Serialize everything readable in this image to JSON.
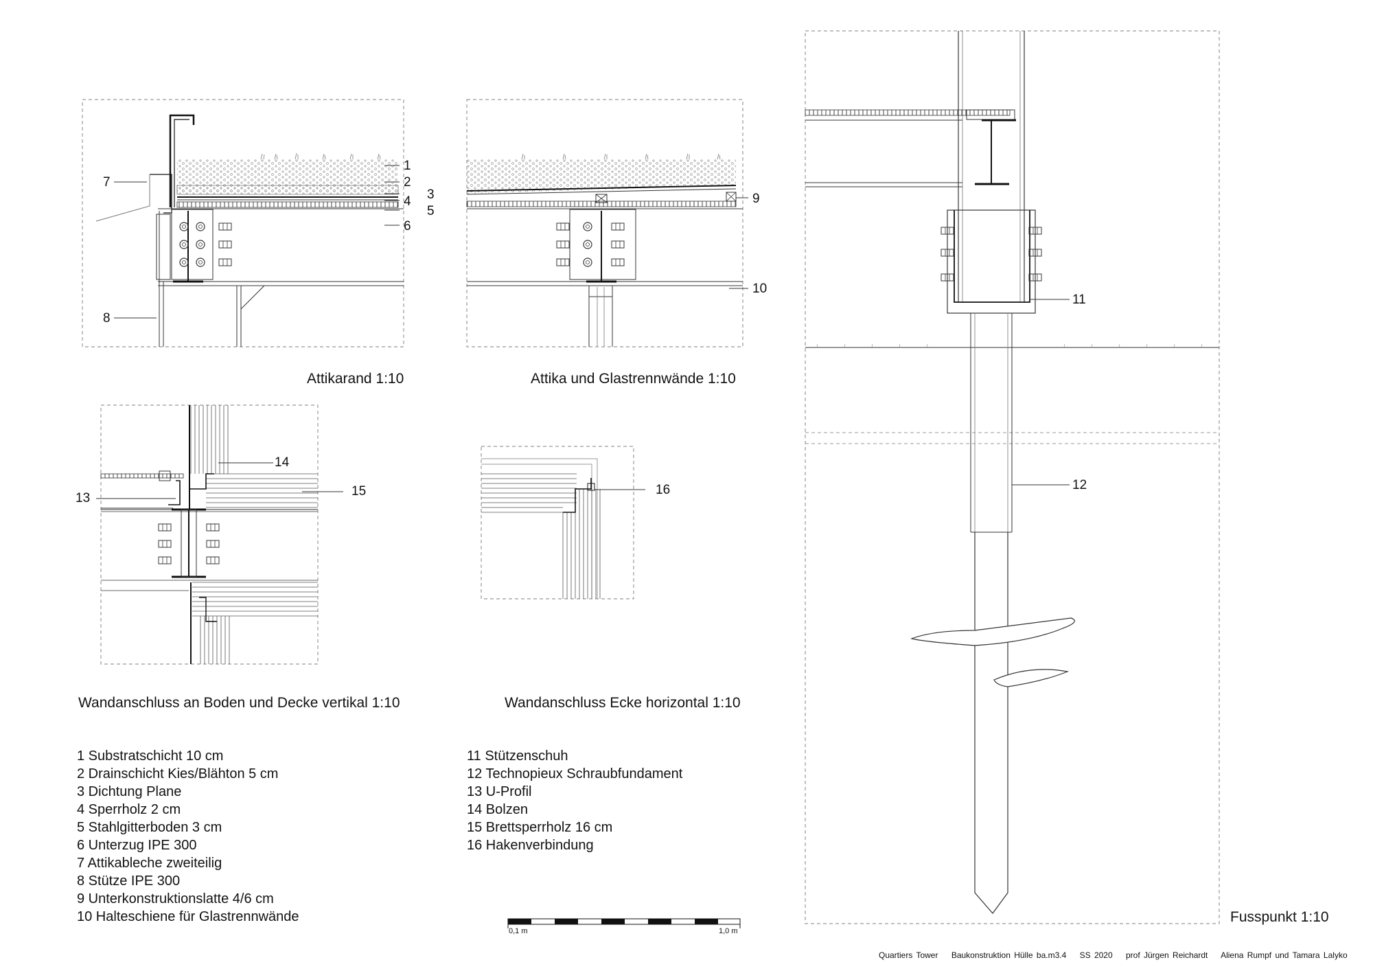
{
  "captions": {
    "attikarand": "Attikarand 1:10",
    "attika_glas": "Attika und Glastrennwände 1:10",
    "wand_vertikal": "Wandanschluss an Boden und Decke vertikal 1:10",
    "wand_ecke": "Wandanschluss Ecke horizontal 1:10",
    "fusspunkt": "Fusspunkt 1:10"
  },
  "callouts": [
    "1",
    "2",
    "3",
    "4",
    "5",
    "6",
    "7",
    "8",
    "9",
    "10",
    "11",
    "12",
    "13",
    "14",
    "15",
    "16"
  ],
  "legend_left": [
    "1 Substratschicht 10 cm",
    "2 Drainschicht Kies/Blähton 5 cm",
    "3 Dichtung Plane",
    "4 Sperrholz 2 cm",
    "5 Stahlgitterboden 3 cm",
    "6 Unterzug IPE 300",
    "7 Attikableche zweiteilig",
    "8 Stütze IPE 300",
    "9 Unterkonstruktionslatte 4/6 cm",
    "10 Halteschiene für Glastrennwände"
  ],
  "legend_right": [
    "11 Stützenschuh",
    "12 Technopieux Schraubfundament",
    "13 U-Profil",
    "14 Bolzen",
    "15 Brettsperrholz 16 cm",
    "16 Hakenverbindung"
  ],
  "scale_bar": {
    "left_label": "0,1 m",
    "right_label": "1,0 m"
  },
  "footer": {
    "project": "Quartiers Tower",
    "course": "Baukonstruktion Hülle ba.m3.4",
    "semester": "SS 2020",
    "professor": "prof Jürgen Reichardt",
    "authors": "Aliena Rumpf und Tamara Lalyko"
  }
}
